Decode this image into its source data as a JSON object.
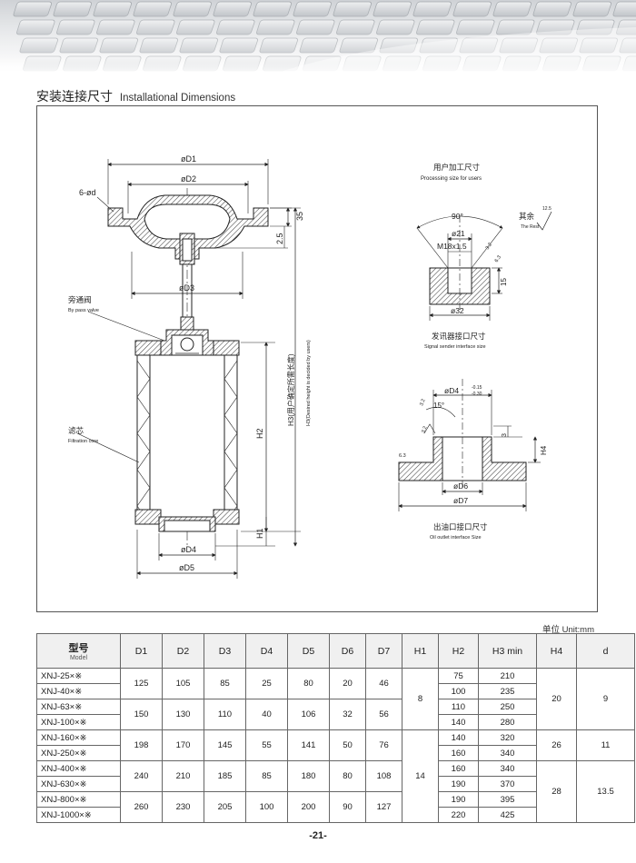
{
  "section": {
    "title_zh": "安装连接尺寸",
    "title_en": "Installational Dimensions"
  },
  "drawing": {
    "labels": {
      "d1": "øD1",
      "d2": "øD2",
      "d3": "øD3",
      "d4": "øD4",
      "d5": "øD5",
      "holes": "6-ød",
      "dim35": "35",
      "dim25": "2.5",
      "bypass_zh": "旁通阀",
      "bypass_en": "By pass valve",
      "core_zh": "滤芯",
      "core_en": "Filtration core",
      "h1": "H1",
      "h2": "H2",
      "h3_zh": "H3(用户确定所需长度)",
      "h3_en": "H3(Desired height is decided by users)"
    },
    "user_detail": {
      "title_zh": "用户加工尺寸",
      "title_en": "Processing size for users",
      "rest_zh": "其余",
      "rest_en": "The Rest",
      "rest_roughness": "12.5",
      "angle": "90°",
      "d21": "ø21",
      "thread": "M18x1.5",
      "d32": "ø32",
      "dim15": "15",
      "dim63": "6.3",
      "dim32": "3.2"
    },
    "signal": {
      "title_zh": "发讯器接口尺寸",
      "title_en": "Signal sender interface size"
    },
    "oil_detail": {
      "d4": "øD4",
      "d4_upper": "-0.15",
      "d4_lower": "-0.30",
      "angle": "15°",
      "d6": "øD6",
      "d7": "øD7",
      "h4": "H4",
      "dim3": "3",
      "dim32": "3.2",
      "dim63": "6.3",
      "title_zh": "出油口接口尺寸",
      "title_en": "Oil outlet interface Size"
    }
  },
  "unit_note": "单位 Unit:mm",
  "table": {
    "model_zh": "型号",
    "model_en": "Model",
    "columns": [
      "D1",
      "D2",
      "D3",
      "D4",
      "D5",
      "D6",
      "D7",
      "H1",
      "H2",
      "H3 min",
      "H4",
      "d"
    ],
    "models": [
      "XNJ-25×※",
      "XNJ-40×※",
      "XNJ-63×※",
      "XNJ-100×※",
      "XNJ-160×※",
      "XNJ-250×※",
      "XNJ-400×※",
      "XNJ-630×※",
      "XNJ-800×※",
      "XNJ-1000×※"
    ],
    "groups": [
      {
        "D1": "125",
        "D2": "105",
        "D3": "85",
        "D4": "25",
        "D5": "80",
        "D6": "20",
        "D7": "46"
      },
      {
        "D1": "150",
        "D2": "130",
        "D3": "110",
        "D4": "40",
        "D5": "106",
        "D6": "32",
        "D7": "56"
      },
      {
        "D1": "198",
        "D2": "170",
        "D3": "145",
        "D4": "55",
        "D5": "141",
        "D6": "50",
        "D7": "76"
      },
      {
        "D1": "240",
        "D2": "210",
        "D3": "185",
        "D4": "85",
        "D5": "180",
        "D6": "80",
        "D7": "108"
      },
      {
        "D1": "260",
        "D2": "230",
        "D3": "205",
        "D4": "100",
        "D5": "200",
        "D6": "90",
        "D7": "127"
      }
    ],
    "h1": [
      "8",
      "14"
    ],
    "h2": [
      "75",
      "100",
      "110",
      "140",
      "140",
      "160",
      "160",
      "190",
      "190",
      "220"
    ],
    "h3": [
      "210",
      "235",
      "250",
      "280",
      "320",
      "340",
      "340",
      "370",
      "395",
      "425"
    ],
    "h4": [
      "20",
      "26",
      "28"
    ],
    "d": [
      "9",
      "11",
      "13.5"
    ]
  },
  "page_number": "-21-"
}
